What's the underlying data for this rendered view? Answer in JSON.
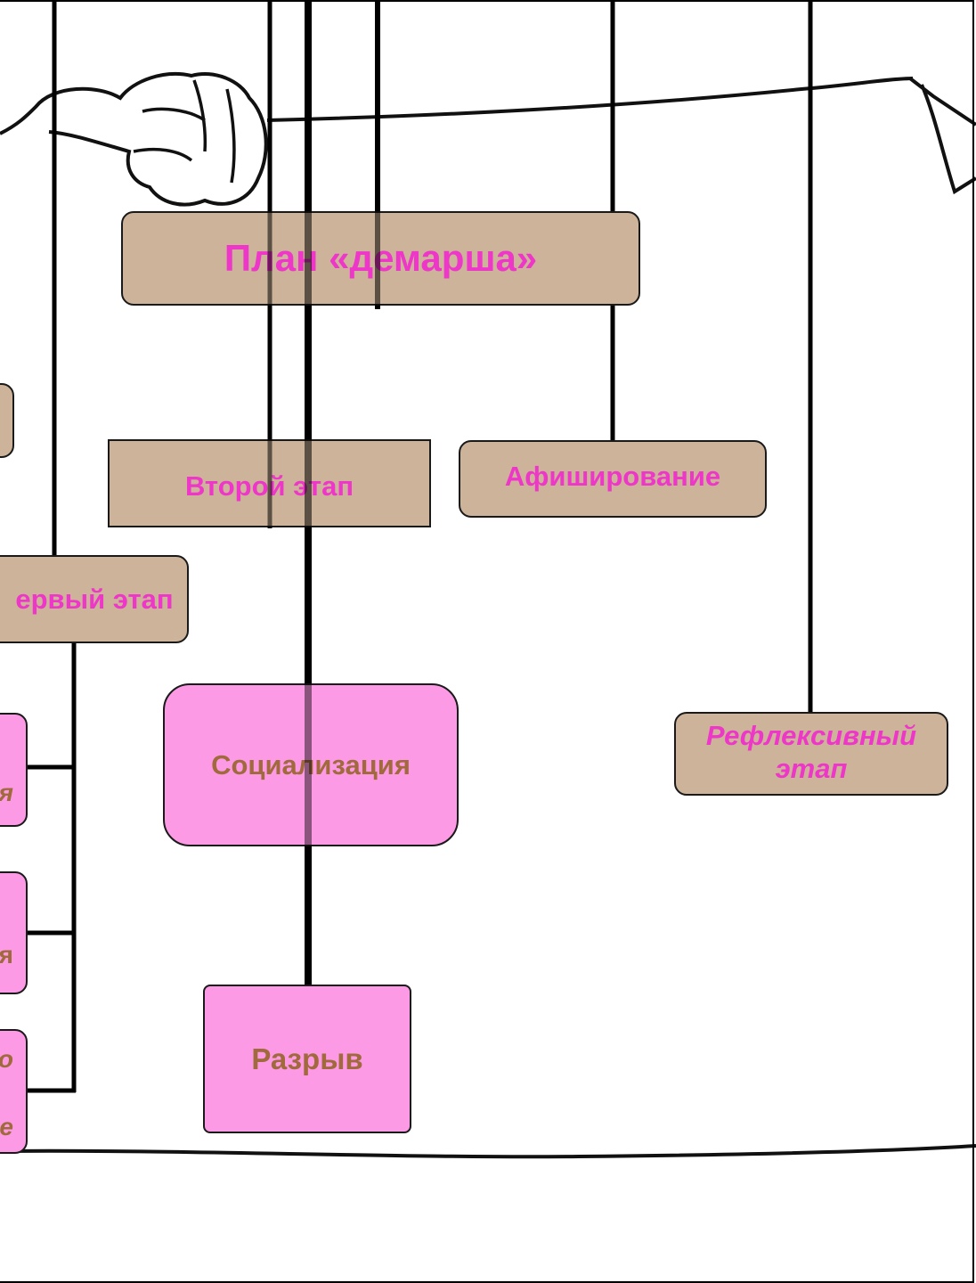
{
  "diagram": {
    "title": "План «демарша»",
    "nodes": {
      "second_stage": "Второй этап",
      "affiching": "Афиширование",
      "first_stage": "ервый этап",
      "reflexive_stage_line1": "Рефлексивный",
      "reflexive_stage_line2": "этап",
      "socialization": "Социализация",
      "rupture": "Разрыв"
    },
    "clipped_left_boxes": [
      {
        "text": "я"
      },
      {
        "text": "я"
      },
      {
        "text_line1": "о",
        "text_line2": "е"
      }
    ]
  },
  "colors": {
    "tan_box": "#cdb39a",
    "pink_box": "#fd9ae6",
    "magenta_text": "#ee36c8",
    "brown_text": "#a06a3c",
    "line": "#000000"
  }
}
